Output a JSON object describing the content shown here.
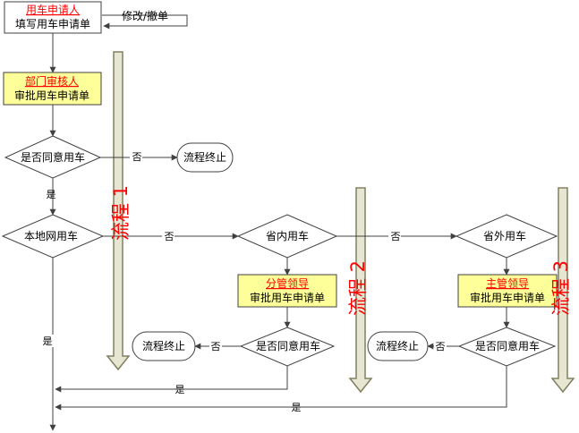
{
  "start": {
    "role": "用车申请人",
    "action": "填写用车申请单",
    "loop_label": "修改/撤单"
  },
  "dept_review": {
    "role": "部门审核人",
    "action": "审批用车申请单"
  },
  "decision_agree": "是否同意用车",
  "decision_local": "本地网用车",
  "decision_province": "省内用车",
  "decision_outside": "省外用车",
  "end_label": "流程终止",
  "branch_leader": {
    "role": "分管领导",
    "action": "审批用车申请单"
  },
  "main_leader": {
    "role": "主管领导",
    "action": "审批用车申请单"
  },
  "labels": {
    "yes": "是",
    "no": "否"
  },
  "flows": [
    "流程 1",
    "流程 2",
    "流程 3"
  ],
  "colors": {
    "role_text": "#ff0000",
    "flow_text": "#ff0000",
    "highlight_box": "#ffff99",
    "arrow_fill": "#e6e6d2",
    "arrow_stroke": "#808060",
    "line": "#404040"
  }
}
